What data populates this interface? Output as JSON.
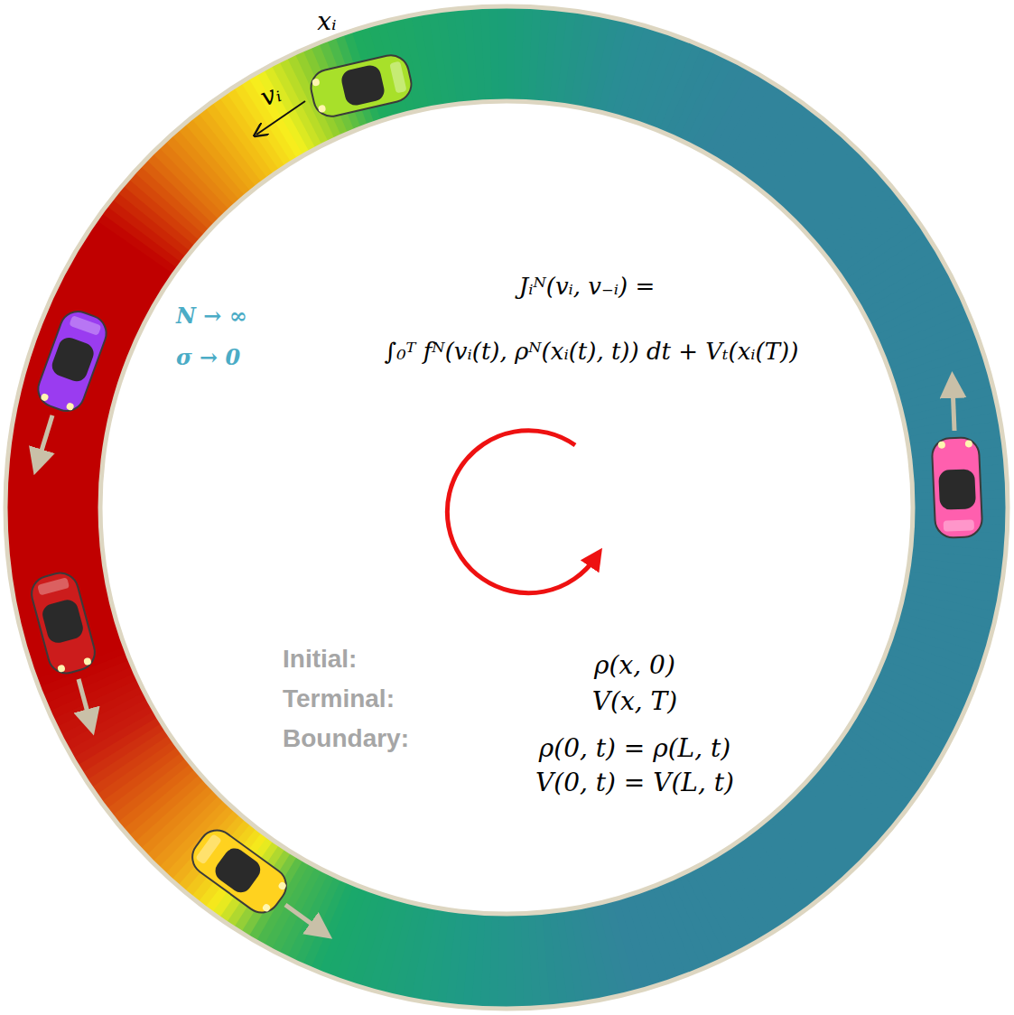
{
  "diagram": {
    "labels": [
      "xᵢ",
      "vᵢ",
      "N → ∞",
      "σ → 0",
      "Jᵢᴺ(vᵢ, v₋ᵢ) =",
      "∫₀ᵀ fᴺ(vᵢ(t), ρᴺ(xᵢ(t), t)) dt + Vₜ(xᵢ(T))",
      "Initial:",
      "Terminal:",
      "Boundary:",
      "ρ(x, 0)",
      "V(x, T)",
      "ρ(0, t) = ρ(L, t)",
      "V(0, t) = V(L, t)"
    ]
  }
}
